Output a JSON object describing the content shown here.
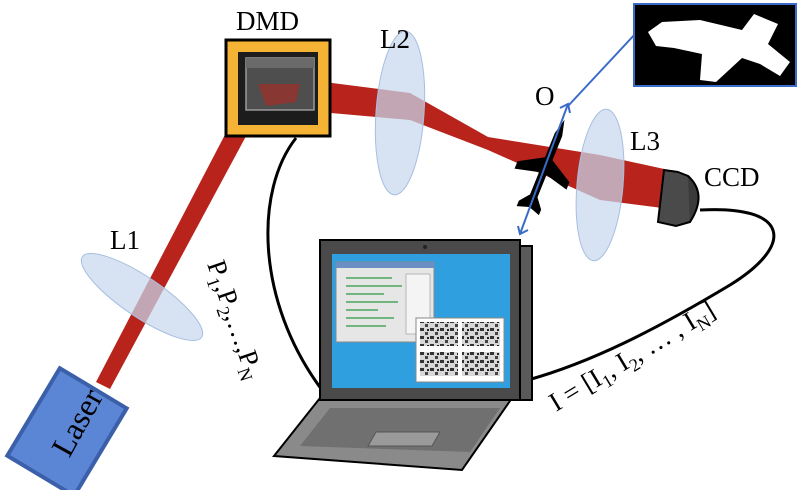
{
  "labels": {
    "dmd": "DMD",
    "l1": "L1",
    "l2": "L2",
    "l3": "L3",
    "object": "O",
    "ccd": "CCD",
    "laser": "Laser"
  },
  "patterns_label": {
    "p": "P",
    "sub1": "1",
    "sep1": ",",
    "sub2": "2",
    "sep2": ",",
    "dots": "…",
    "sep3": ",",
    "subN": "N"
  },
  "intensities_label": {
    "lead": "I = [I",
    "sub1": "1",
    "mid1": ", I",
    "sub2": "2",
    "mid2": ", … , I",
    "subN": "N",
    "tail": "]"
  },
  "colors": {
    "beam": "#b8241c",
    "lens": "#c8d8ee",
    "dmd_frame": "#f5b335",
    "laser_body": "#5b86d6",
    "laptop_body": "#8a8a8a",
    "screen": "#2f9fe0",
    "cable": "#000000",
    "arrow": "#3a6bc8"
  }
}
